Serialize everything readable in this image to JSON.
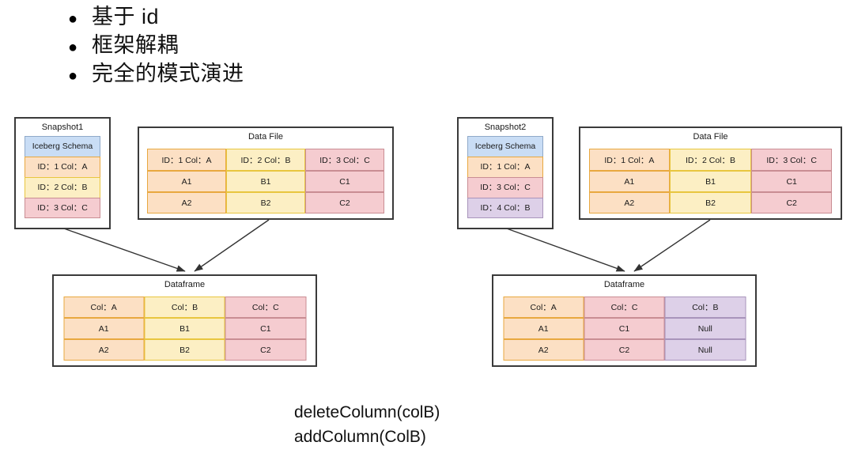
{
  "bullets": [
    {
      "marker": "●",
      "text": "基于 id"
    },
    {
      "marker": "●",
      "text": "框架解耦"
    },
    {
      "marker": "●",
      "text": "完全的模式演进"
    }
  ],
  "colors": {
    "blue": "#c9ddf5",
    "orange": "#fce0c4",
    "yellow": "#fcefc4",
    "pink": "#f5ccd0",
    "purple": "#ddd0e8",
    "panel_border": "#3a3a3a",
    "arrow": "#333333"
  },
  "left": {
    "snapshot": {
      "title": "Snapshot1",
      "rows": [
        {
          "label": "Iceberg Schema",
          "color": "blue"
        },
        {
          "label": "ID：1 Col：A",
          "color": "orange"
        },
        {
          "label": "ID：2 Col：B",
          "color": "yellow"
        },
        {
          "label": "ID：3 Col：C",
          "color": "pink"
        }
      ]
    },
    "datafile": {
      "title": "Data File",
      "headers": [
        {
          "label": "ID：1 Col：A",
          "color": "orange"
        },
        {
          "label": "ID：2 Col：B",
          "color": "yellow"
        },
        {
          "label": "ID：3 Col：C",
          "color": "pink"
        }
      ],
      "rows": [
        [
          "A1",
          "B1",
          "C1"
        ],
        [
          "A2",
          "B2",
          "C2"
        ]
      ]
    },
    "dataframe": {
      "title": "Dataframe",
      "headers": [
        {
          "label": "Col：A",
          "color": "orange"
        },
        {
          "label": "Col：B",
          "color": "yellow"
        },
        {
          "label": "Col：C",
          "color": "pink"
        }
      ],
      "rows": [
        [
          "A1",
          "B1",
          "C1"
        ],
        [
          "A2",
          "B2",
          "C2"
        ]
      ]
    }
  },
  "right": {
    "snapshot": {
      "title": "Snapshot2",
      "rows": [
        {
          "label": "Iceberg Schema",
          "color": "blue"
        },
        {
          "label": "ID：1 Col：A",
          "color": "orange"
        },
        {
          "label": "ID：3 Col：C",
          "color": "pink"
        },
        {
          "label": "ID：4 Col：B",
          "color": "purple"
        }
      ]
    },
    "datafile": {
      "title": "Data File",
      "headers": [
        {
          "label": "ID：1 Col：A",
          "color": "orange"
        },
        {
          "label": "ID：2 Col：B",
          "color": "yellow"
        },
        {
          "label": "ID：3 Col：C",
          "color": "pink"
        }
      ],
      "rows": [
        [
          "A1",
          "B1",
          "C1"
        ],
        [
          "A2",
          "B2",
          "C2"
        ]
      ]
    },
    "dataframe": {
      "title": "Dataframe",
      "headers": [
        {
          "label": "Col：A",
          "color": "orange"
        },
        {
          "label": "Col：C",
          "color": "pink"
        },
        {
          "label": "Col：B",
          "color": "purple"
        }
      ],
      "rows": [
        [
          "A1",
          "C1",
          "Null"
        ],
        [
          "A2",
          "C2",
          "Null"
        ]
      ]
    }
  },
  "captions": [
    "deleteColumn(colB)",
    "addColumn(ColB)"
  ]
}
